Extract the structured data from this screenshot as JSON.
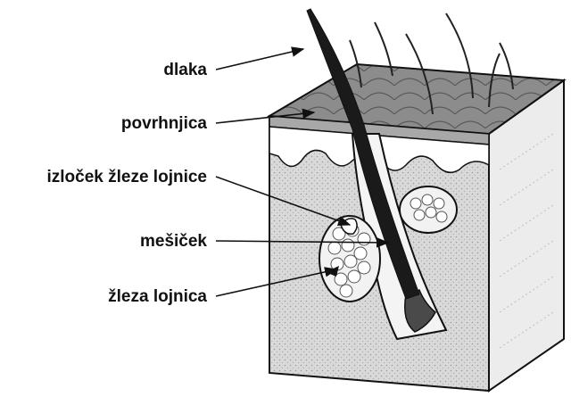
{
  "labels": {
    "hair": "dlaka",
    "epidermis": "povrhnjica",
    "sebum": "izloček žleze lojnice",
    "follicle": "mešiček",
    "sebaceous_gland": "žleza lojnica"
  },
  "colors": {
    "outline": "#111111",
    "surface": "#8a8a8a",
    "dermis": "#d6d6d6",
    "side_face": "#ececec",
    "hair": "#1a1a1a",
    "gland": "#f2f2f2",
    "text": "#111111"
  }
}
